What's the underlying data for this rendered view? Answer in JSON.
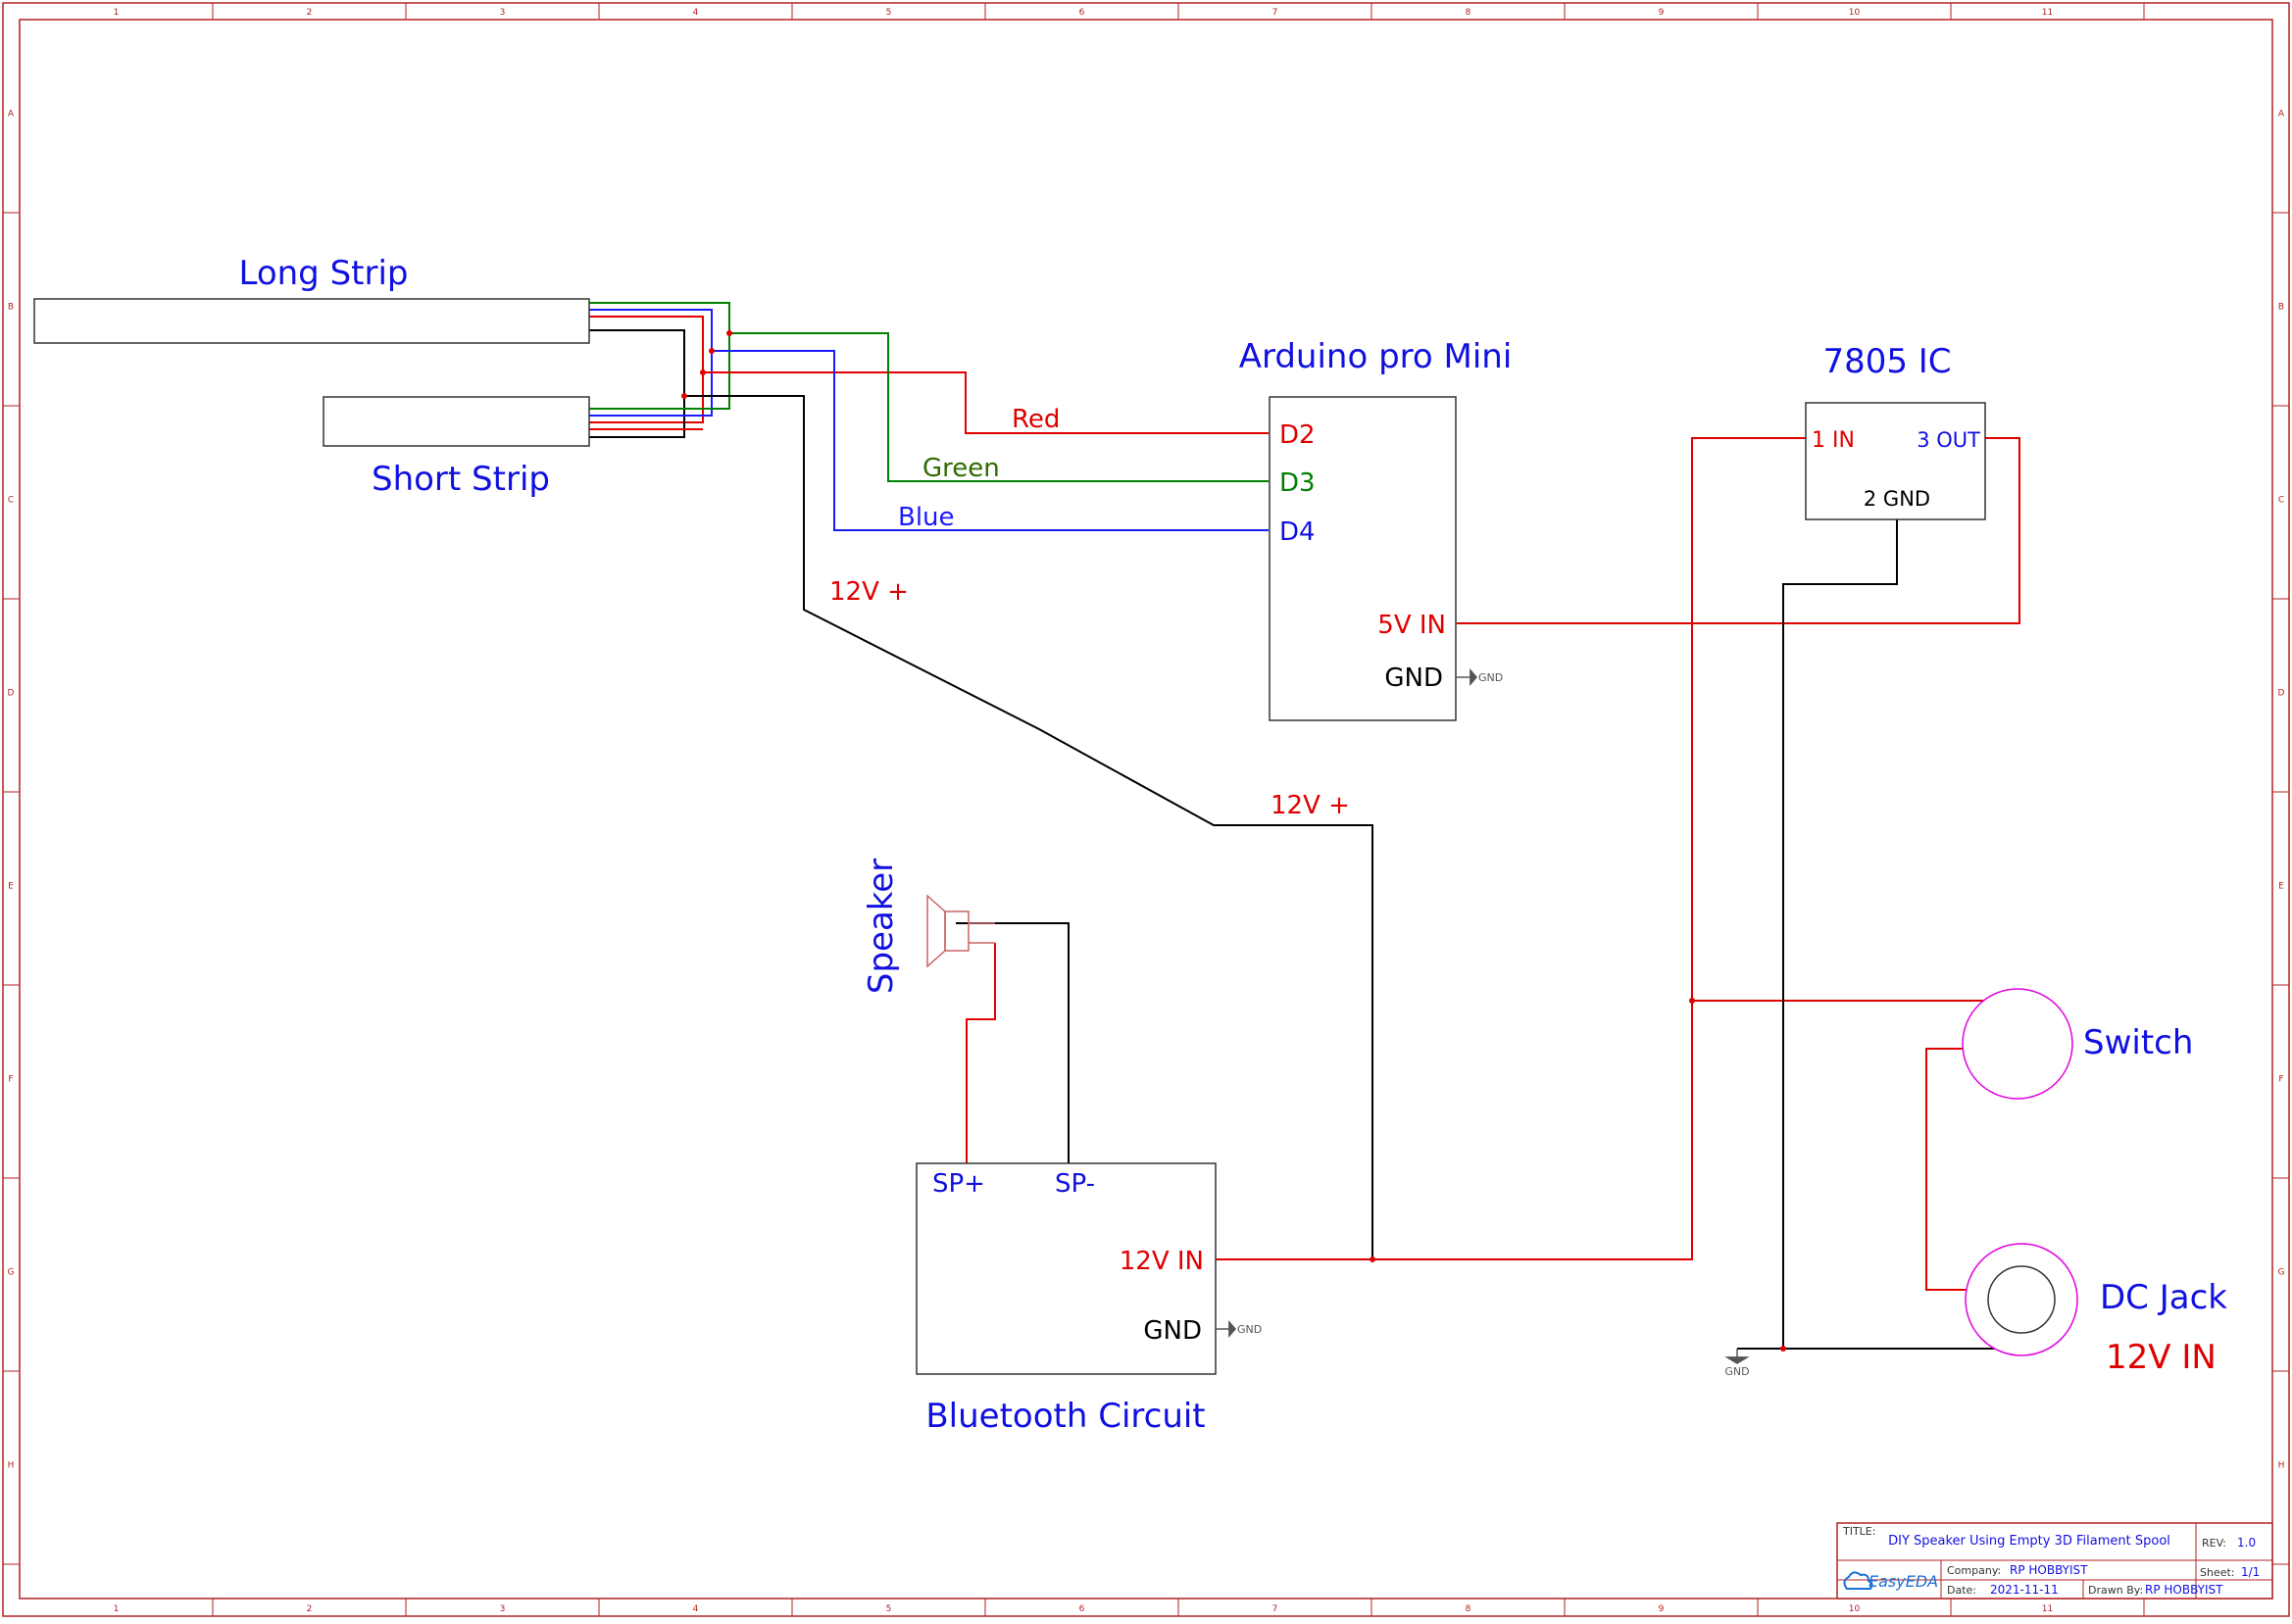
{
  "colors": {
    "frame": "#b22222",
    "label_blue": "#1010e0",
    "net_red": "#e00000",
    "net_green": "#008000",
    "net_blue": "#1a1aff",
    "net_black": "#000000",
    "symbol_magenta": "#e000e0"
  },
  "frame": {
    "columns": [
      "1",
      "2",
      "3",
      "4",
      "5",
      "6",
      "7",
      "8",
      "9",
      "10",
      "11"
    ],
    "rows": [
      "A",
      "B",
      "C",
      "D",
      "E",
      "F",
      "G",
      "H"
    ]
  },
  "components": {
    "long_strip": {
      "label": "Long Strip"
    },
    "short_strip": {
      "label": "Short Strip"
    },
    "arduino": {
      "label": "Arduino pro Mini",
      "pin_d2": "D2",
      "pin_d3": "D3",
      "pin_d4": "D4",
      "pin_5v": "5V IN",
      "pin_gnd": "GND"
    },
    "regulator": {
      "label": "7805 IC",
      "pin_in": "1 IN",
      "pin_out": "3 OUT",
      "pin_gnd": "2 GND"
    },
    "speaker": {
      "label": "Speaker"
    },
    "bluetooth": {
      "label": "Bluetooth Circuit",
      "pin_sp_plus": "SP+",
      "pin_sp_minus": "SP-",
      "pin_12v": "12V IN",
      "pin_gnd": "GND"
    },
    "switch": {
      "label": "Switch"
    },
    "dc_jack": {
      "label": "DC Jack",
      "sublabel": "12V IN"
    }
  },
  "nets": {
    "red": "Red",
    "green": "Green",
    "blue": "Blue",
    "v12_a": "12V +",
    "v12_b": "12V +",
    "gnd_flag": "GND"
  },
  "title_block": {
    "title_key": "TITLE:",
    "title": "DIY Speaker Using Empty 3D Filament Spool",
    "rev_key": "REV:",
    "rev": "1.0",
    "company_key": "Company:",
    "company": "RP HOBBYIST",
    "sheet_key": "Sheet:",
    "sheet": "1/1",
    "date_key": "Date:",
    "date": "2021-11-11",
    "drawn_key": "Drawn By:",
    "drawn_by": "RP HOBBYIST",
    "brand": "EasyEDA"
  }
}
